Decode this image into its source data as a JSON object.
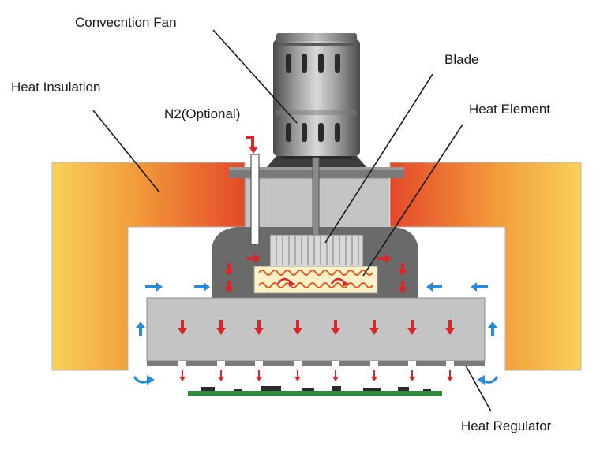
{
  "labels": {
    "convection_fan": "Convecntion Fan",
    "blade": "Blade",
    "heat_insulation": "Heat Insulation",
    "n2": "N2(Optional)",
    "heat_element": "Heat Element",
    "heat_regulator": "Heat Regulator"
  },
  "colors": {
    "insulation_outer": "#f6c74a",
    "insulation_inner": "#e8502a",
    "housing_gray": "#c7c7c7",
    "dark_gray": "#6c6c6c",
    "heat_element_fill": "#fdf1c8",
    "coil": "#e45a1e",
    "hot_arrow": "#d9262a",
    "cool_arrow": "#2a8ad8",
    "pcb": "#2f8a3a"
  }
}
